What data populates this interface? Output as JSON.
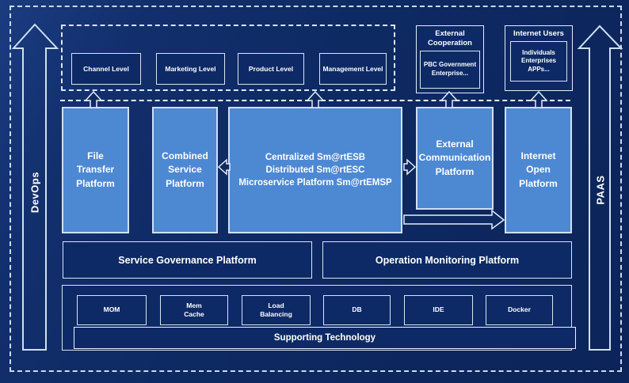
{
  "rails": {
    "left_label": "DevOps",
    "right_label": "PAAS"
  },
  "levels_band": {
    "items": [
      {
        "label": "Channel Level"
      },
      {
        "label": "Marketing Level"
      },
      {
        "label": "Product Level"
      },
      {
        "label": "Management Level"
      }
    ]
  },
  "external_cooperation": {
    "title": "External\nCooperation",
    "members": "PBC Government\nEnterprise..."
  },
  "internet_users": {
    "title": "Internet Users",
    "members": "Individuals\nEnterprises\nAPPs..."
  },
  "platforms": {
    "file_transfer": "File\nTransfer\nPlatform",
    "combined_service": "Combined\nService\nPlatform",
    "central": "Centralized Sm@rtESB\nDistributed Sm@rtESC\nMicroservice Platform Sm@rtEMSP",
    "external_communication": "External\nCommunication\nPlatform",
    "internet_open": "Internet\nOpen\nPlatform"
  },
  "management_row": {
    "service_governance": "Service Governance Platform",
    "operation_monitoring": "Operation Monitoring Platform"
  },
  "supporting": {
    "technologies": [
      {
        "label": "MOM"
      },
      {
        "label": "Mem\nCache"
      },
      {
        "label": "Load\nBalancing"
      },
      {
        "label": "DB"
      },
      {
        "label": "IDE"
      },
      {
        "label": "Docker"
      }
    ],
    "bar_label": "Supporting Technology"
  },
  "colors": {
    "background": "#0e2a63",
    "panel": "#0d2a66",
    "platform_blue": "#4d88d3",
    "border_light": "#cfe0f2",
    "text": "#ffffff"
  }
}
